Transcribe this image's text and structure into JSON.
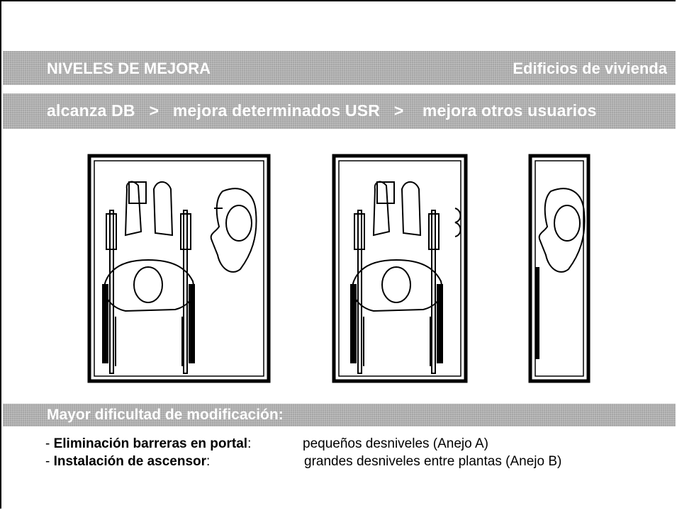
{
  "header": {
    "title": "NIVELES DE MEJORA",
    "subtitle": "Edificios de vivienda"
  },
  "levels": {
    "text": "alcanza DB   >   mejora determinados USR   >    mejora otros usuarios"
  },
  "figures": {
    "icon": "wheelchair-user-with-helper"
  },
  "difficulty": {
    "heading": "Mayor dificultad de modificación:"
  },
  "bullets": [
    {
      "dash": "- ",
      "bold": "Eliminación barreras en portal",
      "colon": ":",
      "detail": " pequeños desniveles (Anejo A)"
    },
    {
      "dash": "- ",
      "bold": "Instalación de ascensor",
      "colon": ":",
      "detail": "grandes desniveles entre plantas (Anejo B)"
    }
  ]
}
